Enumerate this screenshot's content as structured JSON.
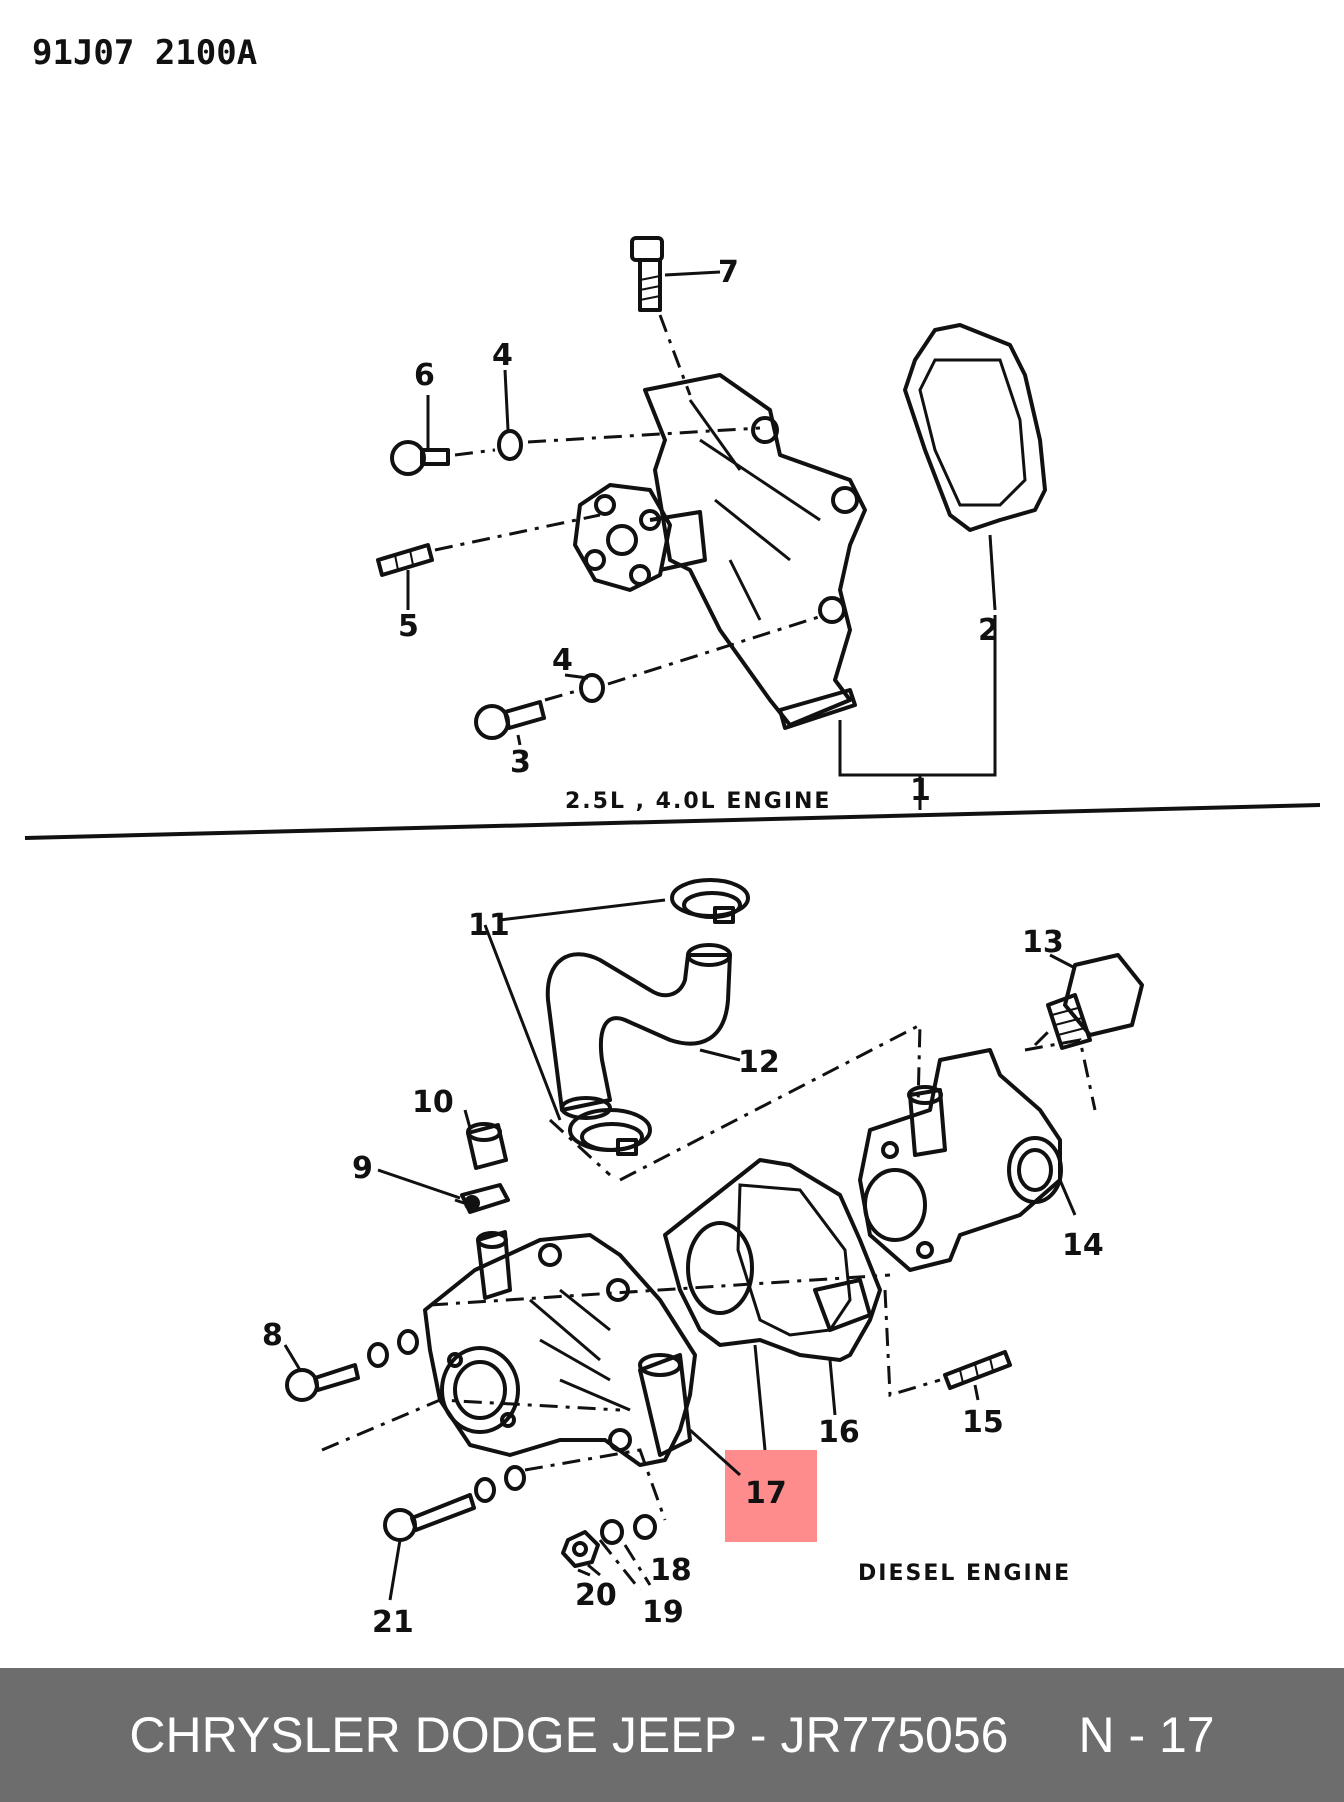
{
  "diagram_code": "91J07 2100A",
  "top_section_label": "2.5L , 4.0L ENGINE",
  "bottom_section_label": "DIESEL ENGINE",
  "callouts": {
    "c1": "1",
    "c2": "2",
    "c3": "3",
    "c4a": "4",
    "c4b": "4",
    "c5": "5",
    "c6": "6",
    "c7": "7",
    "c8": "8",
    "c9": "9",
    "c10": "10",
    "c11": "11",
    "c12": "12",
    "c13": "13",
    "c14": "14",
    "c15": "15",
    "c16": "16",
    "c17": "17",
    "c18": "18",
    "c19": "19",
    "c20": "20",
    "c21": "21"
  },
  "highlight": {
    "callout": "17",
    "color": "#ff8c8c"
  },
  "footer": {
    "brand": "CHRYSLER DODGE JEEP - JR775056",
    "ref": "N - 17",
    "background": "#6d6d6d"
  }
}
